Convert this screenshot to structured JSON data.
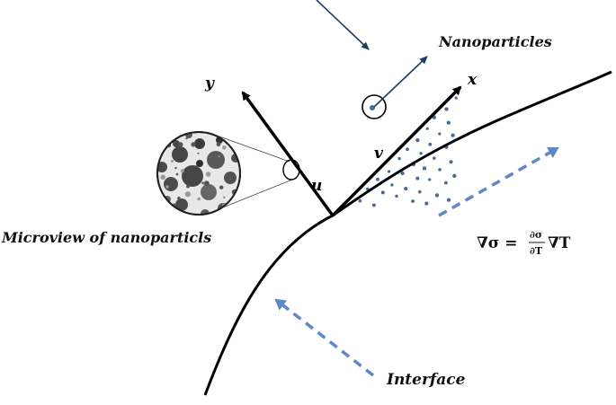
{
  "labels": {
    "nanoparticles": "Nanoparticles",
    "microview": "Microview of nanoparticls",
    "interface": "Interface"
  },
  "axes": {
    "y": "y",
    "x": "x",
    "u": "u",
    "v": "v"
  },
  "equation": {
    "lhs": "∇σ = ",
    "num": "∂σ",
    "den": "∂T",
    "rhs": "∇T"
  },
  "colors": {
    "dots": "#4a6797",
    "arrow_dark": "#1f3a66",
    "dashed": "#5e88c8",
    "ink": "#000000",
    "particle_dark": "#2a2a2a"
  }
}
